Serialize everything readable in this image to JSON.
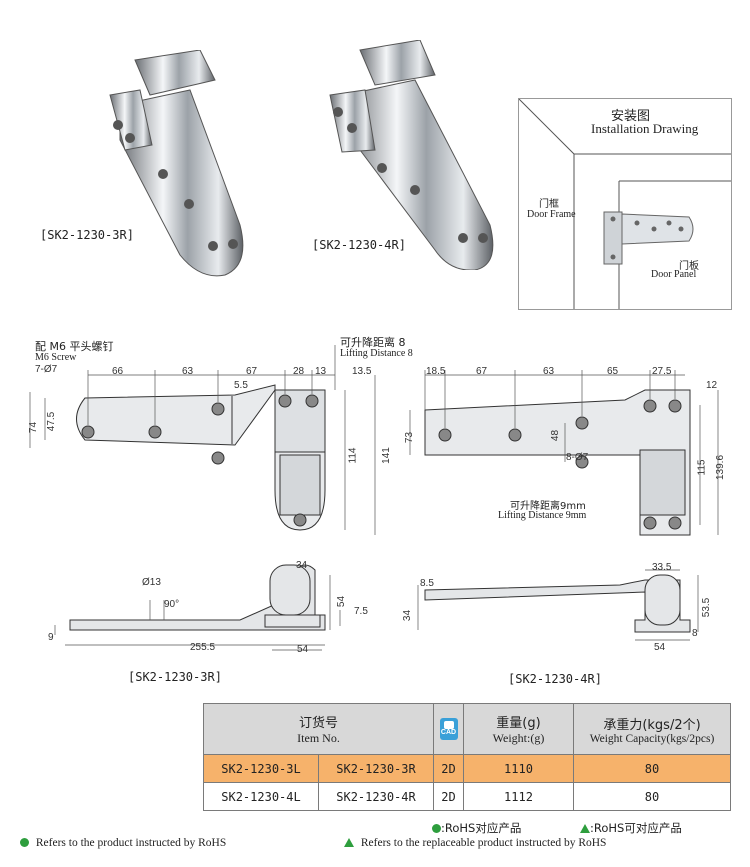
{
  "products": {
    "left_label": "[SK2-1230-3R]",
    "right_label": "[SK2-1230-4R]"
  },
  "installation": {
    "title_cn": "安装图",
    "title_en": "Installation Drawing",
    "frame_cn": "门框",
    "frame_en": "Door Frame",
    "panel_cn": "门板",
    "panel_en": "Door Panel"
  },
  "drawing_3r": {
    "screw_cn": "配 M6 平头螺钉",
    "screw_en": "M6 Screw",
    "holes": "7-Ø7",
    "lift_cn": "可升降距离 8",
    "lift_en": "Lifting Distance 8",
    "d66": "66",
    "d63": "63",
    "d67": "67",
    "d28": "28",
    "d13": "13",
    "d5_5": "5.5",
    "d13_5": "13.5",
    "d47_5": "47.5",
    "d74": "74",
    "d114": "114",
    "d141": "141",
    "side_hole": "Ø13",
    "side_angle": "90°",
    "side_9": "9",
    "side_255_5": "255.5",
    "side_54w": "54",
    "side_34": "34",
    "side_54h": "54",
    "side_7_5": "7.5",
    "label": "[SK2-1230-3R]"
  },
  "drawing_4r": {
    "d18_5": "18.5",
    "d67": "67",
    "d63": "63",
    "d65": "65",
    "d27_5": "27.5",
    "d12": "12",
    "d73": "73",
    "d48": "48",
    "holes": "8-Ø7",
    "lift_cn": "可升降距离9mm",
    "lift_en": "Lifting Distance 9mm",
    "d115": "115",
    "d139_6": "139.6",
    "side_8_5": "8.5",
    "side_33_5": "33.5",
    "side_34": "34",
    "side_53_5": "53.5",
    "side_54": "54",
    "side_8": "8",
    "label": "[SK2-1230-4R]"
  },
  "table": {
    "h_item_cn": "订货号",
    "h_item_en": "Item No.",
    "h_cad": "CAD",
    "h_weight_cn": "重量(g)",
    "h_weight_en": "Weight:(g)",
    "h_cap_cn": "承重力(kgs/2个)",
    "h_cap_en": "Weight Capacity(kgs/2pcs)",
    "rows": [
      {
        "left": "SK2-1230-3L",
        "right": "SK2-1230-3R",
        "cad": "2D",
        "weight": "1110",
        "capacity": "80"
      },
      {
        "left": "SK2-1230-4L",
        "right": "SK2-1230-4R",
        "cad": "2D",
        "weight": "1112",
        "capacity": "80"
      }
    ]
  },
  "legend": {
    "rohs_cn": ":RoHS对应产品",
    "rohs_alt_cn": ":RoHS可对应产品",
    "rohs_en": "Refers to the product instructed by RoHS",
    "rohs_alt_en": "Refers to the replaceable product instructed by RoHS"
  },
  "colors": {
    "highlight_row": "#f6b26b",
    "header_gray": "#d8d8d8",
    "rohs_green": "#2e9e3e",
    "cad_blue": "#3aa0d8"
  }
}
